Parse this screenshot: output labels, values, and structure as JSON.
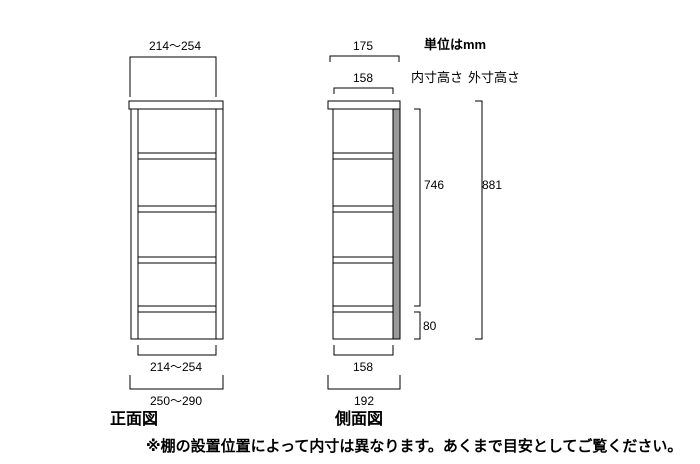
{
  "unit_label": "単位はmm",
  "inner_height_header": "内寸高さ",
  "outer_height_header": "外寸高さ",
  "front_view": {
    "title": "正面図",
    "top_width": "214～254",
    "bottom_inner_width": "214～254",
    "bottom_outer_width": "250～290"
  },
  "side_view": {
    "title": "側面図",
    "top_outer_depth": "175",
    "top_inner_depth": "158",
    "bottom_inner_depth": "158",
    "bottom_outer_depth": "192",
    "inner_height": "746",
    "outer_height": "881",
    "base_height": "80"
  },
  "footnote": "※棚の設置位置によって内寸は異なります。あくまで目安としてご覧ください。",
  "colors": {
    "line": "#000000",
    "back_panel": "#999999",
    "background": "#ffffff"
  }
}
